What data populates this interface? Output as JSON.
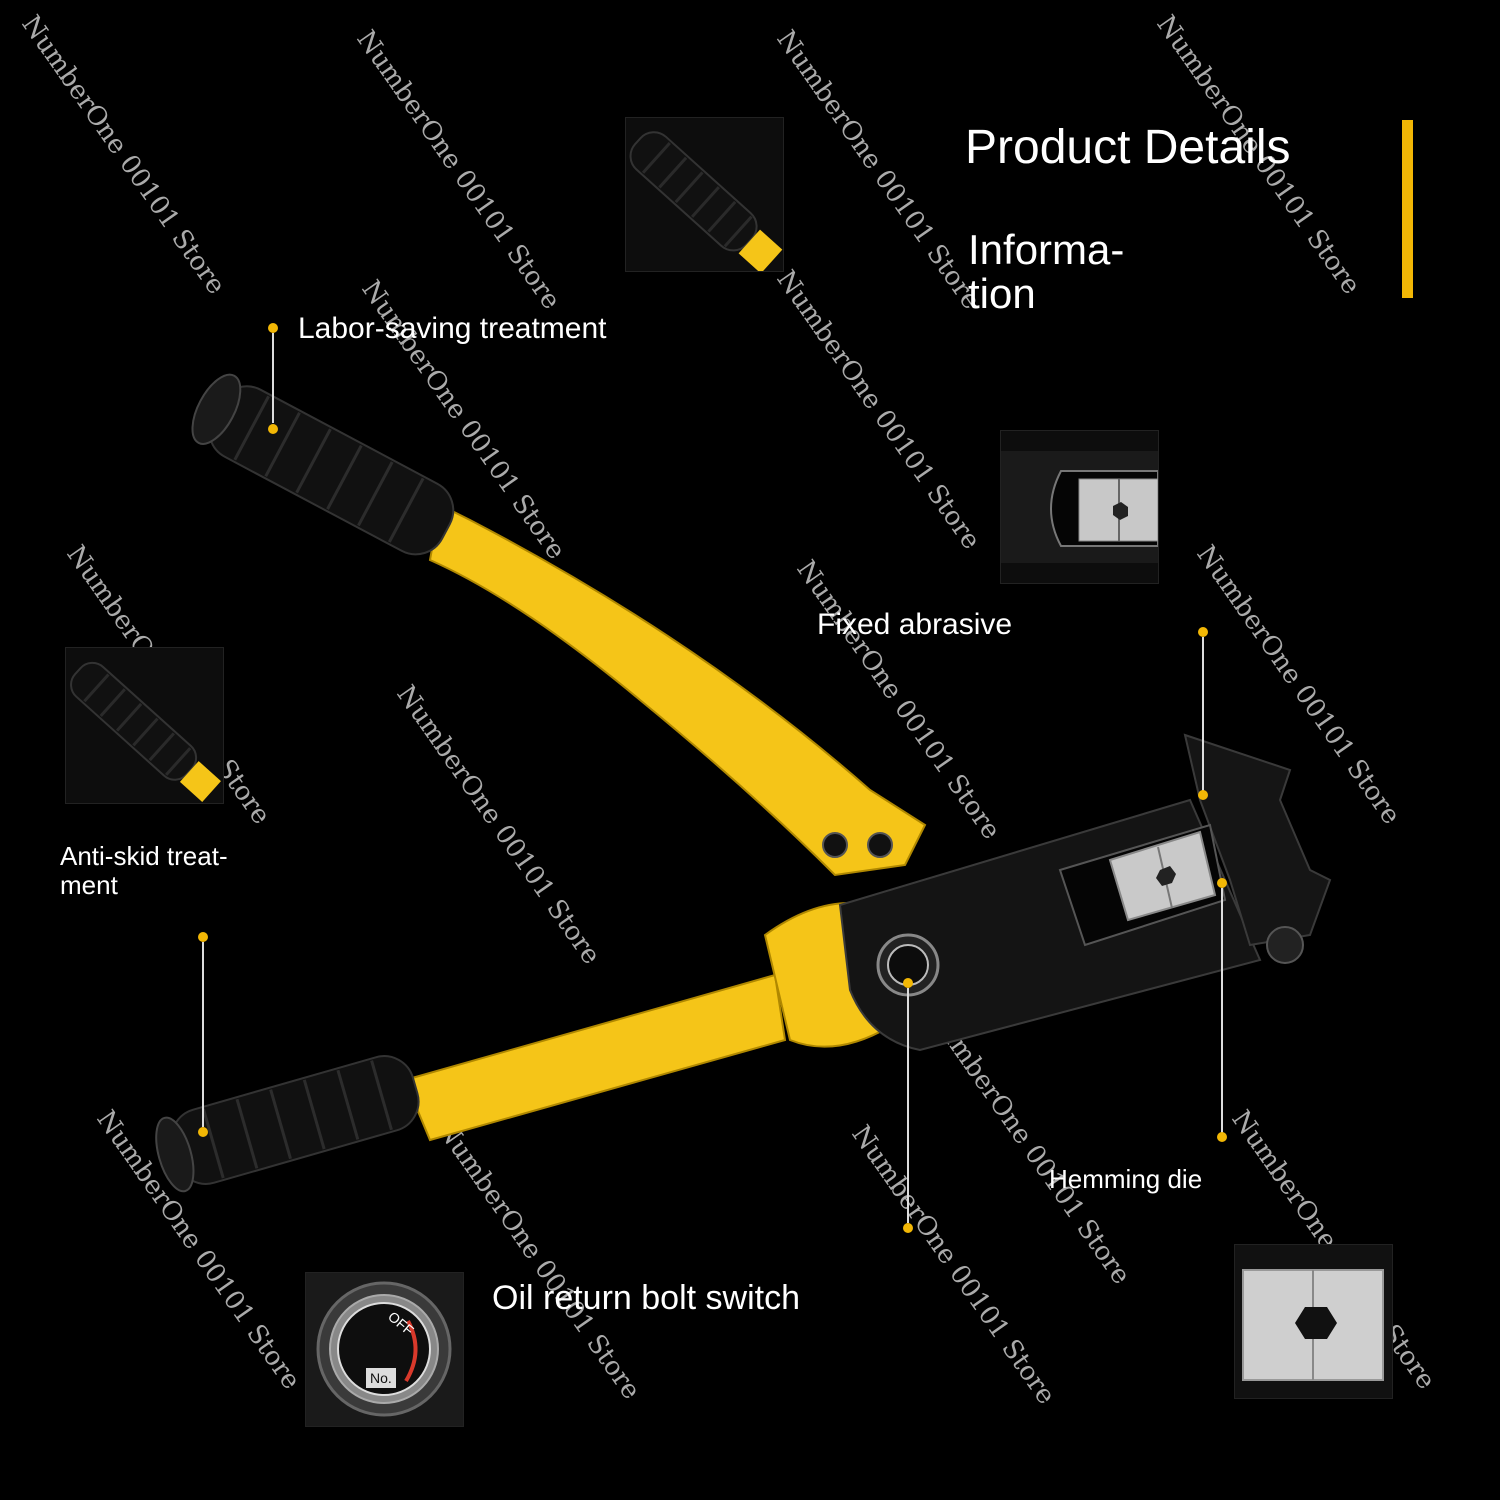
{
  "header": {
    "title": "Product Details",
    "subtitle": "Informa-\ntion"
  },
  "callouts": {
    "labor_saving": "Labor-saving treatment",
    "fixed_abrasive": "Fixed abrasive",
    "anti_skid": "Anti-skid treat-\nment",
    "hemming_die": "Hemming die",
    "oil_return": "Oil return bolt switch"
  },
  "switch_dial": {
    "off_text": "OFF",
    "no_text": "No."
  },
  "watermark": "NumberOne 00101 Store",
  "colors": {
    "background": "#000000",
    "accent": "#f2b705",
    "handle_yellow": "#f5c518",
    "grip_black": "#111111"
  }
}
